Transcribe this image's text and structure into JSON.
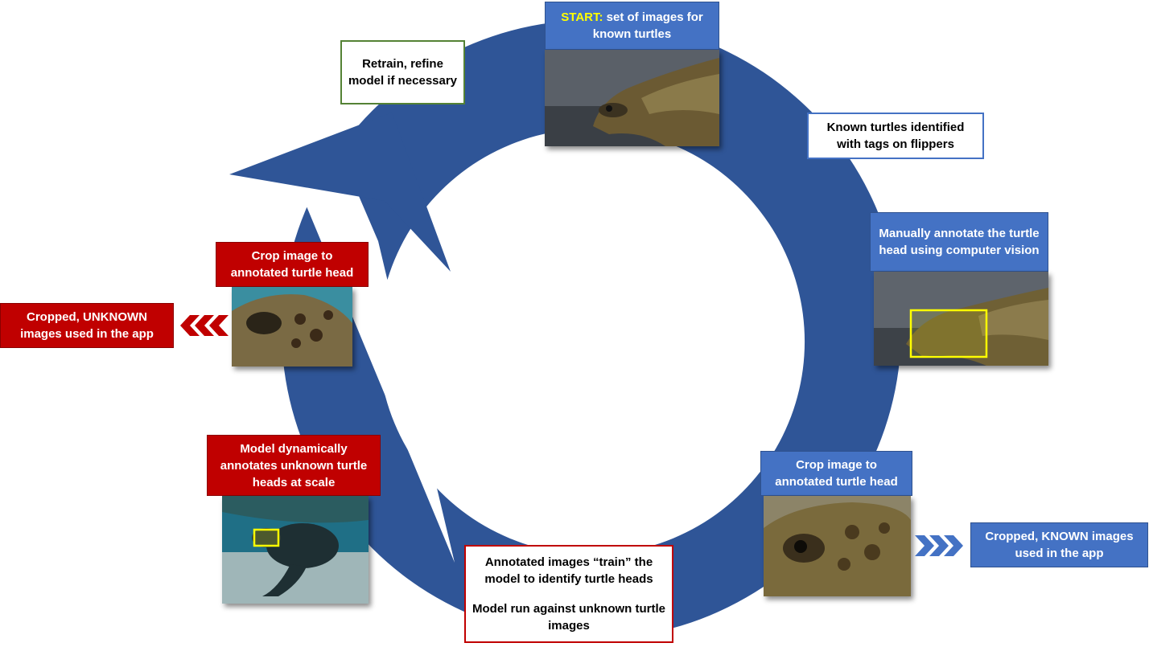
{
  "steps": {
    "start": {
      "label": "START:",
      "text": "set of images for known turtles"
    },
    "tags": {
      "text": "Known turtles identified with tags on flippers"
    },
    "manual": {
      "text": "Manually annotate the turtle head using computer vision"
    },
    "crop_known": {
      "text": "Crop image to annotated turtle head"
    },
    "known_output": {
      "text": "Cropped, KNOWN images used in the app"
    },
    "train": {
      "line1": "Annotated images “train” the model to identify turtle heads",
      "line2": "Model run against unknown turtle images"
    },
    "dynamic": {
      "text": "Model dynamically annotates unknown turtle heads at scale"
    },
    "crop_unknown": {
      "text": "Crop image to annotated turtle head"
    },
    "unknown_output": {
      "text": "Cropped, UNKNOWN images used in the app"
    },
    "retrain": {
      "text": "Retrain, refine model if necessary"
    }
  },
  "colors": {
    "cycle_arrow": "#2f5597",
    "blue_box": "#4472c4",
    "red_box": "#c00000",
    "green_outline": "#548235",
    "annotation_box": "#ffff00"
  },
  "icons": {
    "known_chevrons": "chevron-right-icon",
    "unknown_chevrons": "chevron-left-icon"
  }
}
